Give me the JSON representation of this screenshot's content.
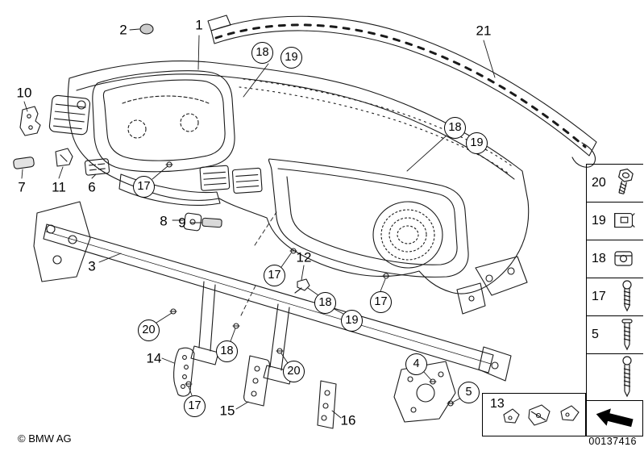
{
  "colors": {
    "background": "#ffffff",
    "line": "#1a1a1a"
  },
  "footer": {
    "copyright": "© BMW AG",
    "doc_number": "00137416"
  },
  "callouts": {
    "plain": [
      {
        "label": "2"
      },
      {
        "label": "1"
      },
      {
        "label": "21"
      },
      {
        "label": "10"
      },
      {
        "label": "7"
      },
      {
        "label": "11"
      },
      {
        "label": "6"
      },
      {
        "label": "8"
      },
      {
        "label": "9"
      },
      {
        "label": "3"
      },
      {
        "label": "12"
      },
      {
        "label": "14"
      },
      {
        "label": "15"
      },
      {
        "label": "16"
      }
    ],
    "balloons": [
      {
        "label": "18"
      },
      {
        "label": "19"
      },
      {
        "label": "18"
      },
      {
        "label": "19"
      },
      {
        "label": "17"
      },
      {
        "label": "17"
      },
      {
        "label": "18"
      },
      {
        "label": "19"
      },
      {
        "label": "17"
      },
      {
        "label": "20"
      },
      {
        "label": "18"
      },
      {
        "label": "20"
      },
      {
        "label": "17"
      },
      {
        "label": "4"
      },
      {
        "label": "5"
      }
    ]
  },
  "inset_box": {
    "label": "13"
  },
  "legend": {
    "rows": [
      {
        "label": "20",
        "icon": "hex-bolt-icon"
      },
      {
        "label": "19",
        "icon": "sheet-metal-clip-icon"
      },
      {
        "label": "18",
        "icon": "speed-nut-icon"
      },
      {
        "label": "17",
        "icon": "tapping-screw-icon"
      },
      {
        "label": "5",
        "icon": "pan-head-screw-icon"
      },
      {
        "label": "",
        "icon": "long-screw-icon"
      }
    ],
    "arrow": {
      "icon": "direction-arrow-icon"
    }
  }
}
